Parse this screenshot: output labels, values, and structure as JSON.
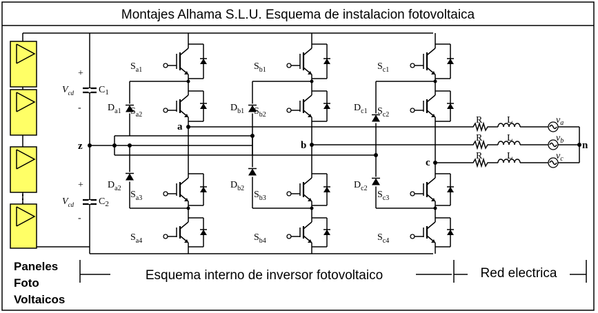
{
  "title": "Montajes Alhama S.L.U.   Esquema de instalacion fotovoltaica",
  "sections": {
    "panels_line1": "Paneles",
    "panels_line2": "Foto",
    "panels_line3": "Voltaicos",
    "inverter": "Esquema interno de inversor fotovoltaico",
    "grid": "Red electrica"
  },
  "capacitors": {
    "c1": "C",
    "c1_sub": "1",
    "c2": "C",
    "c2_sub": "2",
    "vcd": "V",
    "vcd_sub": "cd",
    "plus": "+",
    "minus": "-"
  },
  "switches": {
    "s": "S",
    "a1": "a1",
    "a2": "a2",
    "a3": "a3",
    "a4": "a4",
    "b1": "b1",
    "b2": "b2",
    "b3": "b3",
    "b4": "b4",
    "c1": "c1",
    "c2": "c2",
    "c3": "c3",
    "c4": "c4"
  },
  "diodes": {
    "d": "D",
    "a1": "a1",
    "a2": "a2",
    "b1": "b1",
    "b2": "b2",
    "c1": "c1",
    "c2": "c2"
  },
  "nodes": {
    "z": "z",
    "a": "a",
    "b": "b",
    "c": "c",
    "n": "n"
  },
  "grid_elements": {
    "r": "R",
    "l": "L",
    "v": "v",
    "va": "a",
    "vb": "b",
    "vc": "c"
  },
  "colors": {
    "panel_fill": "#ffff66",
    "line": "#000000"
  }
}
